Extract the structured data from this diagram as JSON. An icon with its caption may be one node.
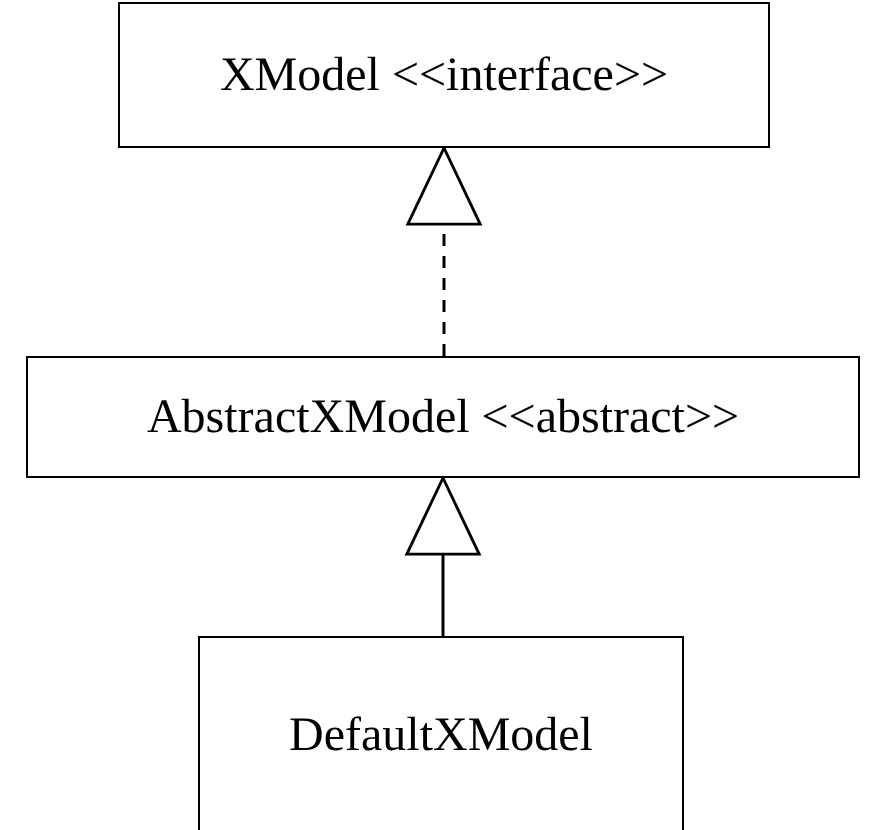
{
  "diagram": {
    "nodes": [
      {
        "text": [
          "XModel <<interface>>"
        ]
      },
      {
        "text": [
          "AbstractXModel <<abstract>>"
        ]
      },
      {
        "text": [
          "DefaultXModel"
        ]
      }
    ],
    "edges": [
      {
        "from": 1,
        "to": 0,
        "arrow": "to",
        "style": "dashed"
      },
      {
        "from": 2,
        "to": 1,
        "arrow": "to"
      }
    ]
  }
}
